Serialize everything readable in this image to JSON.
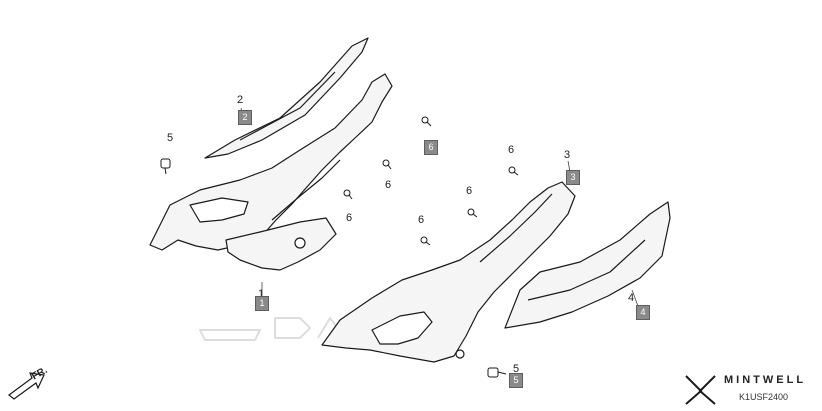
{
  "diagram": {
    "callouts": [
      "2",
      "5",
      "6",
      "6",
      "6",
      "1",
      "3",
      "6",
      "6",
      "6",
      "4",
      "5"
    ],
    "badges": [
      "2",
      "6",
      "1",
      "3",
      "4",
      "5"
    ],
    "direction_label": "FR.",
    "brand_name": "MINTWELL",
    "drawing_code": "K1USF2400"
  },
  "colors": {
    "line": "#1a1a1a",
    "part_fill": "#f5f5f5",
    "badge_fill": "#8a8a8a",
    "watermark": "#dddddd"
  }
}
